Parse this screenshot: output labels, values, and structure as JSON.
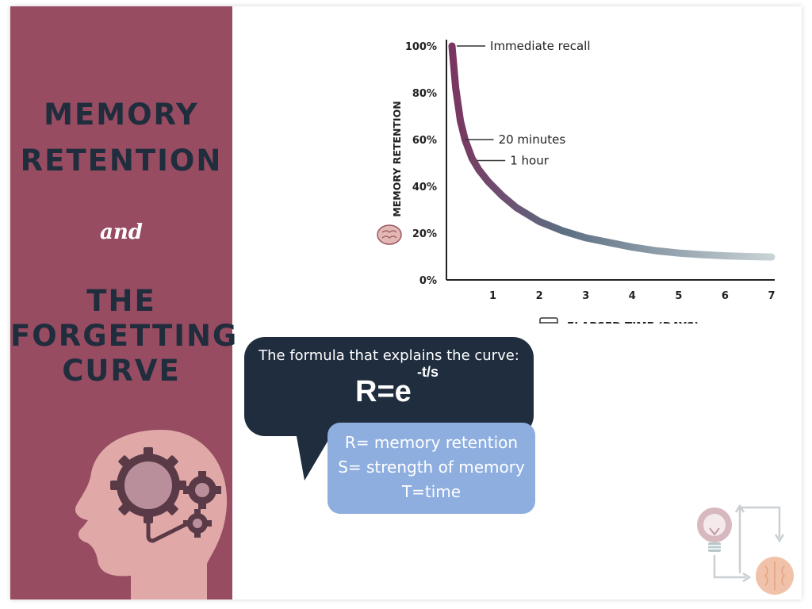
{
  "sidebar": {
    "title_top": [
      "MEMORY",
      "RETENTION"
    ],
    "connector": "and",
    "title_bottom": [
      "THE",
      "FORGETTING",
      "CURVE"
    ]
  },
  "chart_data": {
    "type": "line",
    "title": "",
    "xlabel": "ELAPSED TIME (DAYS)",
    "ylabel": "MEMORY RETENTION",
    "x_ticks": [
      "1",
      "2",
      "3",
      "4",
      "5",
      "6",
      "7"
    ],
    "y_ticks": [
      "0%",
      "20%",
      "40%",
      "60%",
      "80%",
      "100%"
    ],
    "xlim": [
      0,
      7
    ],
    "ylim": [
      0,
      100
    ],
    "series": [
      {
        "x": [
          0.12,
          0.2,
          0.3,
          0.4,
          0.55,
          0.7,
          0.9,
          1.2,
          1.5,
          2.0,
          2.5,
          3.0,
          3.5,
          4.0,
          4.5,
          5.0,
          5.5,
          6.0,
          6.5,
          7.0
        ],
        "y": [
          100,
          82,
          68,
          60,
          52,
          47,
          42,
          36,
          31,
          25,
          21,
          18,
          16,
          14,
          12.5,
          11.5,
          10.8,
          10.3,
          10,
          9.8
        ]
      }
    ],
    "annotations": [
      {
        "x": 0.12,
        "y": 100,
        "text": "Immediate recall"
      },
      {
        "x": 0.3,
        "y": 60,
        "text": "20 minutes"
      },
      {
        "x": 0.55,
        "y": 51,
        "text": "1 hour"
      }
    ],
    "colors": {
      "start": "#7a3560",
      "mid": "#5c6f83",
      "end": "#c9d3d6",
      "axis": "#222222"
    }
  },
  "formula_box": {
    "caption": "The formula that explains the curve:",
    "formula": "R=e",
    "exponent": "-t/s"
  },
  "legend_box": {
    "lines": [
      "R= memory retention",
      "S= strength of memory",
      "T=time"
    ]
  },
  "colors": {
    "sidebar": "#974c62",
    "title_text": "#1f2d3d",
    "dark_bubble": "#1f2d3e",
    "light_bubble": "#8eaedf"
  },
  "icons": [
    "brain-icon",
    "calendar-icon",
    "head-gears-icon",
    "lightbulb-icon",
    "brain-icon"
  ]
}
